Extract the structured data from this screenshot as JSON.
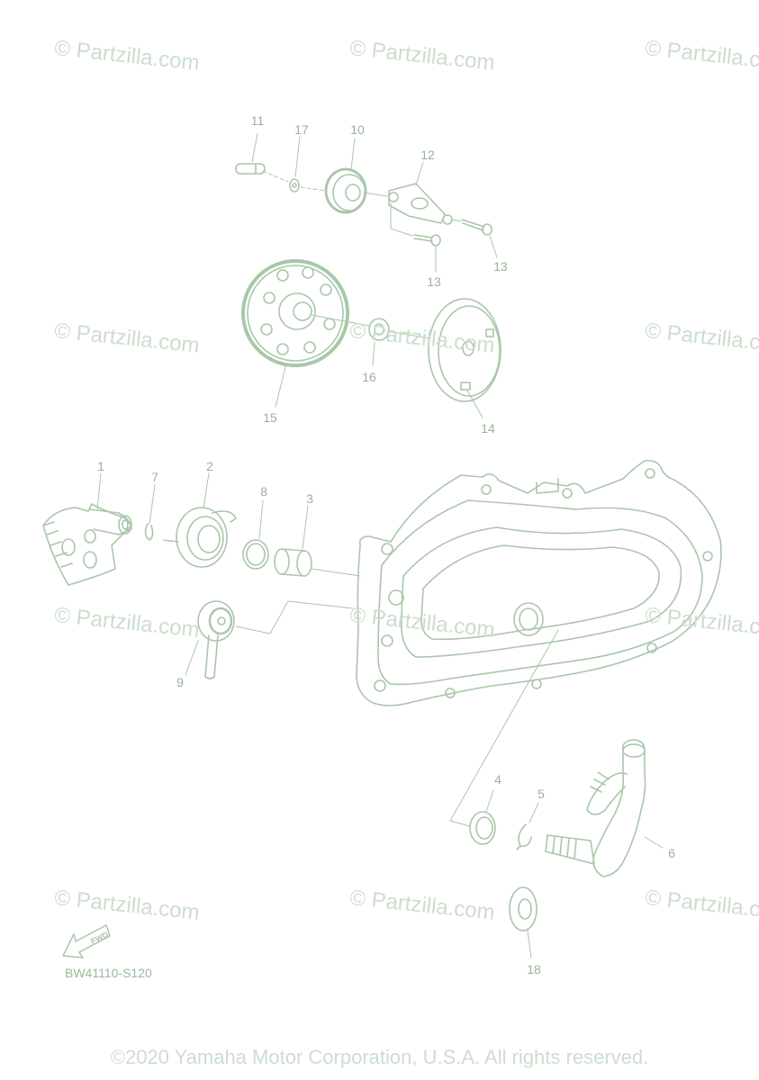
{
  "watermark_text": "© Partzilla.com",
  "callouts": {
    "p1": "1",
    "p2": "2",
    "p3": "3",
    "p4": "4",
    "p5": "5",
    "p6": "6",
    "p7": "7",
    "p8": "8",
    "p9": "9",
    "p10": "10",
    "p11": "11",
    "p12": "12",
    "p13a": "13",
    "p13b": "13",
    "p14": "14",
    "p15": "15",
    "p16": "16",
    "p17": "17",
    "p18": "18"
  },
  "fwd_label": "FWD",
  "diagram_code": "BW41110-S120",
  "copyright": "©2020 Yamaha Motor Corporation, U.S.A. All rights reserved.",
  "colors": {
    "line": "#a9c7a9",
    "text": "#96b496",
    "watermark": "#ccdecc"
  }
}
